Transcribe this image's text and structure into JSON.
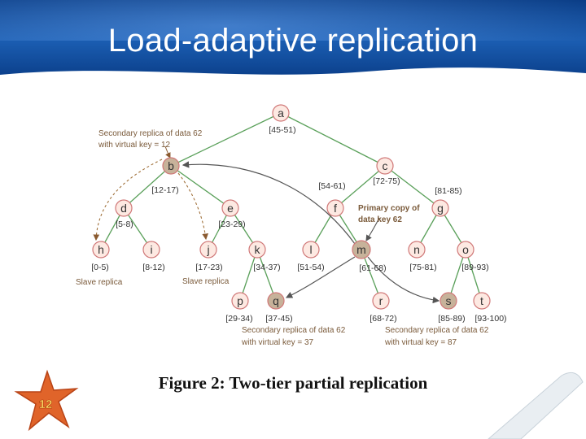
{
  "slide": {
    "title": "Load-adaptive replication",
    "page_number": "12"
  },
  "figure": {
    "caption": "Figure 2:  Two-tier partial replication",
    "nodes": {
      "a": "a",
      "b": "b",
      "c": "c",
      "d": "d",
      "e": "e",
      "f": "f",
      "g": "g",
      "h": "h",
      "i": "i",
      "j": "j",
      "k": "k",
      "l": "l",
      "m": "m",
      "n": "n",
      "o": "o",
      "p": "p",
      "q": "q",
      "r": "r",
      "s": "s",
      "t": "t"
    },
    "ranges": {
      "a": "[45-51)",
      "b": "[12-17)",
      "c": "[72-75)",
      "f": "[54-61)",
      "g": "[81-85)",
      "d": "[5-8)",
      "e": "[23-29)",
      "h": "[0-5)",
      "i": "[8-12)",
      "j": "[17-23)",
      "k": "[34-37)",
      "l": "[51-54)",
      "m": "[61-68)",
      "n": "[75-81)",
      "o": "[89-93)",
      "p": "[29-34)",
      "q": "[37-45)",
      "r": "[68-72)",
      "s": "[85-89)",
      "t": "[93-100)"
    },
    "annotations": {
      "secondary_b_1": "Secondary replica of data 62",
      "secondary_b_2": "with virtual key = 12",
      "primary_1": "Primary copy of",
      "primary_2": "data key 62",
      "slave_h": "Slave replica",
      "slave_j": "Slave replica",
      "secondary_q_1": "Secondary replica of data 62",
      "secondary_q_2": "with virtual key = 37",
      "secondary_s_1": "Secondary replica  of data 62",
      "secondary_s_2": "with virtual key = 87"
    }
  },
  "colors": {
    "header_blue": "#0d4490",
    "node_fill": "#fde9e2",
    "node_highlight": "#c7b29a",
    "edge_green": "#5aa05a",
    "arrow_dark": "#555555",
    "annotation_brown": "#7a5a3a"
  }
}
